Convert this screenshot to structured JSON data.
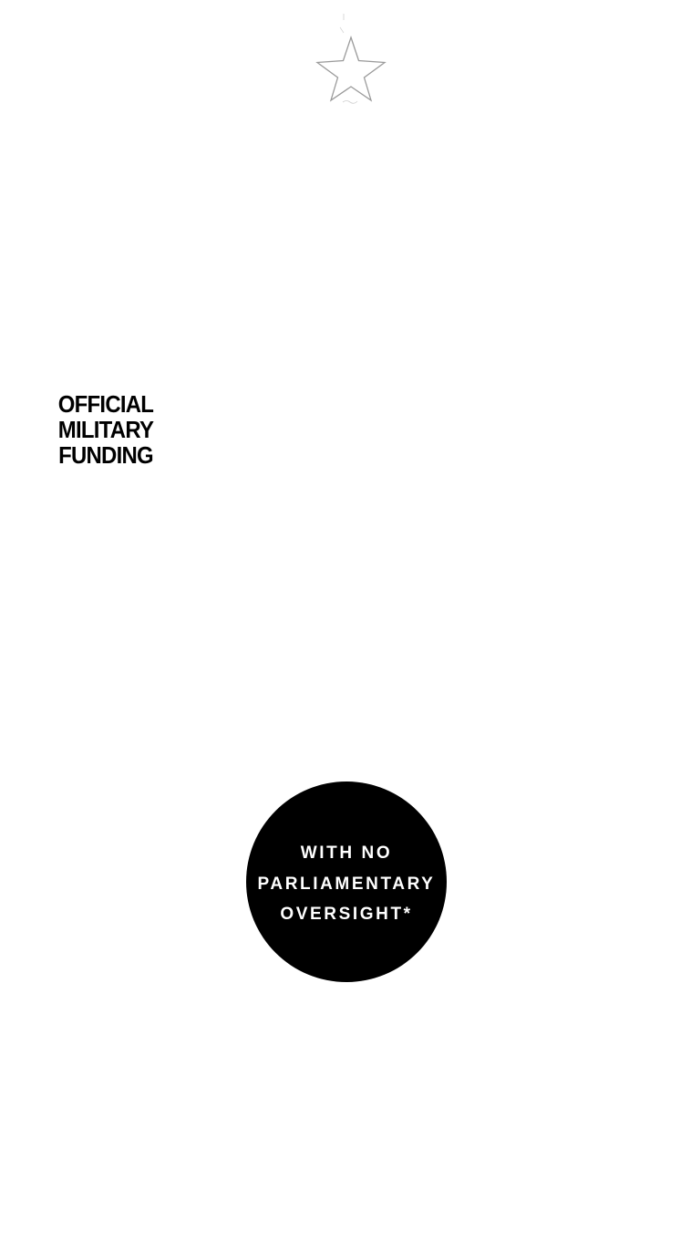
{
  "colors": {
    "background": "#ffffff",
    "text": "#000000",
    "circle_fill": "#000000",
    "circle_text": "#ffffff",
    "star_outline": "#9a9a9a"
  },
  "star": {
    "icon": "star-outline-icon"
  },
  "heading": {
    "lines": [
      "OFFICIAL",
      "MILITARY",
      "FUNDING"
    ]
  },
  "badge": {
    "lines": [
      "WITH NO",
      "PARLIAMENTARY",
      "OVERSIGHT*"
    ]
  }
}
